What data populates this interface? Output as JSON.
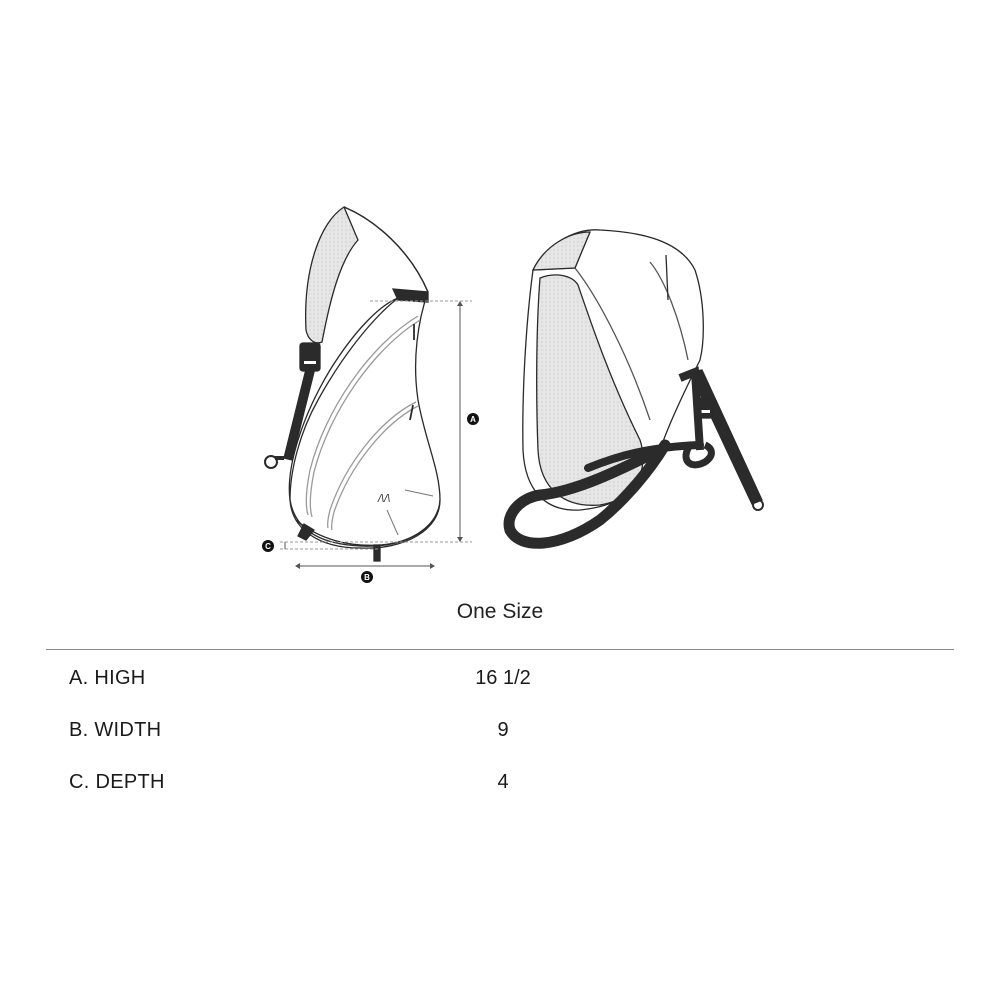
{
  "illustration": {
    "views": [
      "front-view",
      "back-view"
    ],
    "dimension_markers": [
      {
        "letter": "A",
        "meaning": "height"
      },
      {
        "letter": "B",
        "meaning": "width"
      },
      {
        "letter": "C",
        "meaning": "depth"
      }
    ],
    "colors": {
      "outline": "#2a2a2a",
      "strap": "#2b2b2b",
      "mesh": "#e2e2e2",
      "guide": "#9a9a9a"
    }
  },
  "size_chart": {
    "title": "One Size",
    "rows": [
      {
        "label": "A. HIGH",
        "value": "16 1/2"
      },
      {
        "label": "B. WIDTH",
        "value": "9"
      },
      {
        "label": "C. DEPTH",
        "value": "4"
      }
    ]
  }
}
